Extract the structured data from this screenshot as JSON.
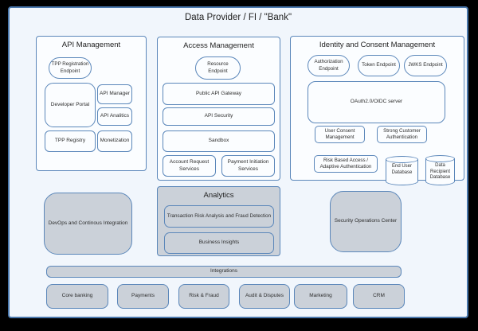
{
  "title": "Data Provider / FI / \"Bank\"",
  "sections": {
    "api_management": {
      "title": "API Management",
      "items": {
        "tpp_registration_endpoint": "TPP Registration Endpoint",
        "developer_portal": "Developer Portal",
        "api_manager": "API Manager",
        "api_analitics": "API Analitics",
        "tpp_registry": "TPP Registry",
        "monetization": "Monetization"
      }
    },
    "access_management": {
      "title": "Access Management",
      "items": {
        "resource_endpoint": "Resource Endpoint",
        "public_api_gateway": "Public API Gateway",
        "api_security": "API Security",
        "sandbox": "Sandbox",
        "account_request_services": "Account Request Services",
        "payment_initiation_services": "Payment Initiation Services"
      }
    },
    "identity_consent": {
      "title": "Identity and Consent Management",
      "items": {
        "authorization_endpoint": "Authorization Endpoint",
        "token_endpoint": "Token Endpoint",
        "jwks_endpoint": "JWKS Endpoint",
        "oauth_server": "OAuth2.0/OIDC server",
        "user_consent_management": "User Consent Management",
        "strong_customer_authentication": "Strong Customer Authentication",
        "risk_based_access": "Risk Based Access / Adaptive Authentication",
        "end_user_database": "End User Database",
        "data_recipient_database": "Data Recipient Database"
      }
    },
    "analytics": {
      "title": "Analytics",
      "items": {
        "transaction_risk": "Transaction Risk Analysis and Fraud Detection",
        "business_insights": "Business Insights"
      }
    },
    "devops": "DevOps and Continous Integration",
    "security_operations_center": "Security Operations Center",
    "integrations": "Integrations",
    "core_systems": [
      "Core banking",
      "Payments",
      "Risk & Fraud",
      "Audit & Disputes",
      "Marketing",
      "CRM"
    ]
  },
  "colors": {
    "canvas_bg": "#f1f6fc",
    "outer_border": "#4a78ad",
    "node_border": "#5b87ba",
    "white_fill": "#fbfdff",
    "gray_fill": "#cbd1d9",
    "text": "#2e2e2e"
  }
}
